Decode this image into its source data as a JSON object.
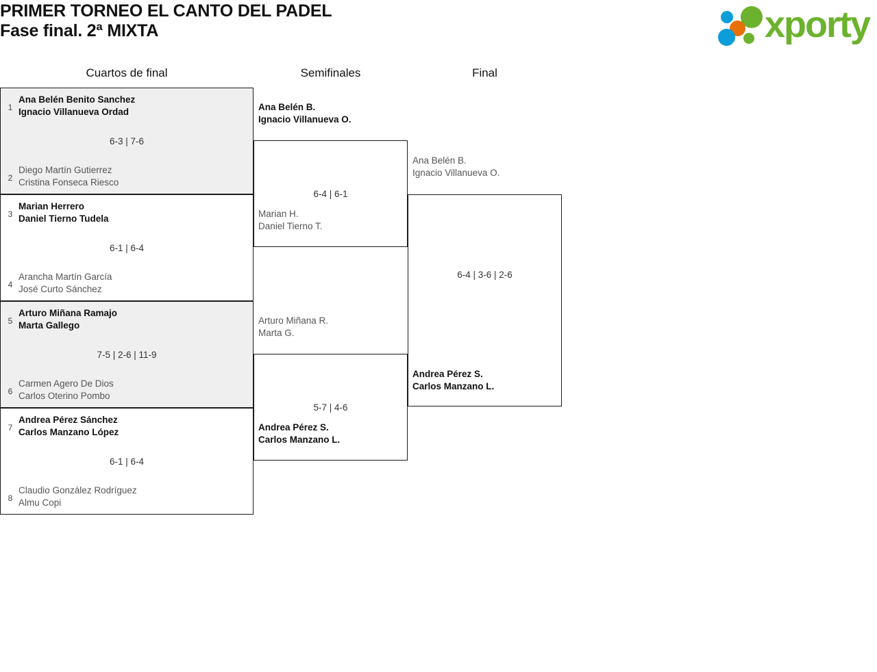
{
  "header": {
    "title_line1": "PRIMER TORNEO EL CANTO DEL PADEL",
    "title_line2": "Fase final. 2ª MIXTA",
    "logo_text": "xporty"
  },
  "rounds": [
    {
      "id": "qf",
      "label": "Cuartos de final"
    },
    {
      "id": "sf",
      "label": "Semifinales"
    },
    {
      "id": "f",
      "label": "Final"
    }
  ],
  "colors": {
    "logo_green": "#6cb22e",
    "logo_blue": "#0d9ddb",
    "logo_orange": "#e8700a",
    "shaded_row": "#efefef",
    "border": "#1a1a1a",
    "winner_text": "#111111",
    "loser_text": "#555555"
  },
  "quarterfinals": [
    {
      "shaded": true,
      "score": "6-3 | 7-6",
      "top": {
        "seed": "1",
        "player1": "Ana Belén Benito Sanchez",
        "player2": "Ignacio Villanueva Ordad",
        "result": "winner"
      },
      "bottom": {
        "seed": "2",
        "player1": "Diego Martín Gutierrez",
        "player2": "Cristina Fonseca Riesco",
        "result": "loser"
      }
    },
    {
      "shaded": false,
      "score": "6-1 | 6-4",
      "top": {
        "seed": "3",
        "player1": "Marian Herrero",
        "player2": "Daniel Tierno Tudela",
        "result": "winner"
      },
      "bottom": {
        "seed": "4",
        "player1": "Arancha Martín García",
        "player2": "José Curto Sánchez",
        "result": "loser"
      }
    },
    {
      "shaded": true,
      "score": "7-5 | 2-6 | 11-9",
      "top": {
        "seed": "5",
        "player1": "Arturo Miñana Ramajo",
        "player2": "Marta Gallego",
        "result": "winner"
      },
      "bottom": {
        "seed": "6",
        "player1": "Carmen Agero De Dios",
        "player2": "Carlos Oterino Pombo",
        "result": "loser"
      }
    },
    {
      "shaded": false,
      "score": "6-1 | 6-4",
      "top": {
        "seed": "7",
        "player1": "Andrea Pérez Sánchez",
        "player2": "Carlos Manzano López",
        "result": "winner"
      },
      "bottom": {
        "seed": "8",
        "player1": "Claudio González Rodríguez",
        "player2": "Almu Copi",
        "result": "loser"
      }
    }
  ],
  "semifinals": [
    {
      "score": "6-4 | 6-1",
      "top": {
        "player1": "Ana Belén B.",
        "player2": "Ignacio Villanueva O.",
        "result": "winner"
      },
      "bottom": {
        "player1": "Marian H.",
        "player2": "Daniel Tierno T.",
        "result": "loser"
      }
    },
    {
      "score": "5-7 | 4-6",
      "top": {
        "player1": "Arturo Miñana R.",
        "player2": "Marta G.",
        "result": "loser"
      },
      "bottom": {
        "player1": "Andrea Pérez S.",
        "player2": "Carlos Manzano L.",
        "result": "winner"
      }
    }
  ],
  "final": {
    "score": "6-4 | 3-6 | 2-6",
    "top": {
      "player1": "Ana Belén B.",
      "player2": "Ignacio Villanueva O.",
      "result": "loser"
    },
    "bottom": {
      "player1": "Andrea Pérez S.",
      "player2": "Carlos Manzano L.",
      "result": "winner"
    }
  }
}
